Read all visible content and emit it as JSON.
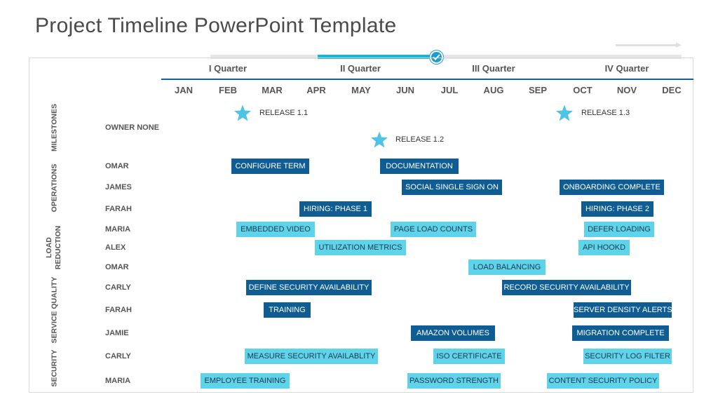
{
  "title": "Project Timeline PowerPoint Template",
  "colors": {
    "dark_task": "#0f5d92",
    "light_task": "#5ed3ea",
    "star": "#4dc3e6",
    "progress": "#1bb3d9"
  },
  "quarters": [
    "I Quarter",
    "II Quarter",
    "III Quarter",
    "IV Quarter"
  ],
  "months": [
    "JAN",
    "FEB",
    "MAR",
    "APR",
    "MAY",
    "JUN",
    "JUL",
    "AUG",
    "SEP",
    "OCT",
    "NOV",
    "DEC"
  ],
  "sections": {
    "milestones": "MILESTONES",
    "operations": "OPERATIONS",
    "load_reduction_line1": "LOAD",
    "load_reduction_line2": "REDUCTION",
    "service_quality": "SERVICE QUALITY",
    "security": "SECURITY"
  },
  "owners": [
    "OWNER NONE",
    "OMAR",
    "JAMES",
    "FARAH",
    "MARIA",
    "ALEX",
    "OMAR",
    "CARLY",
    "FARAH",
    "JAMIE",
    "CARLY",
    "MARIA"
  ],
  "milestones": [
    {
      "label": "RELEASE 1.1",
      "icon": "star-icon"
    },
    {
      "label": "RELEASE 1.2",
      "icon": "star-icon"
    },
    {
      "label": "RELEASE 1.3",
      "icon": "star-icon"
    }
  ],
  "tasks": [
    "CONFIGURE TERM",
    "DOCUMENTATION",
    "SOCIAL SINGLE SIGN ON",
    "ONBOARDING COMPLETE",
    "HIRING: PHASE 1",
    "HIRING: PHASE 2",
    "EMBEDDED VIDEO",
    "PAGE LOAD COUNTS",
    "DEFER LOADING",
    "UTILIZATION METRICS",
    "API HOOKD",
    "LOAD BALANCING",
    "DEFINE SECURITY AVAILABILITY",
    "RECORD SECURITY AVAILABILITY",
    "TRAINING",
    "SERVER DENSITY ALERTS",
    "AMAZON VOLUMES",
    "MIGRATION COMPLETE",
    "MEASURE SECURITY AVAILABLITY",
    "ISO CERTIFICATE",
    "SECURITY LOG FILTER",
    "EMPLOYEE TRAINING",
    "PASSWORD STRENGTH",
    "CONTENT SECURITY POLICY"
  ]
}
